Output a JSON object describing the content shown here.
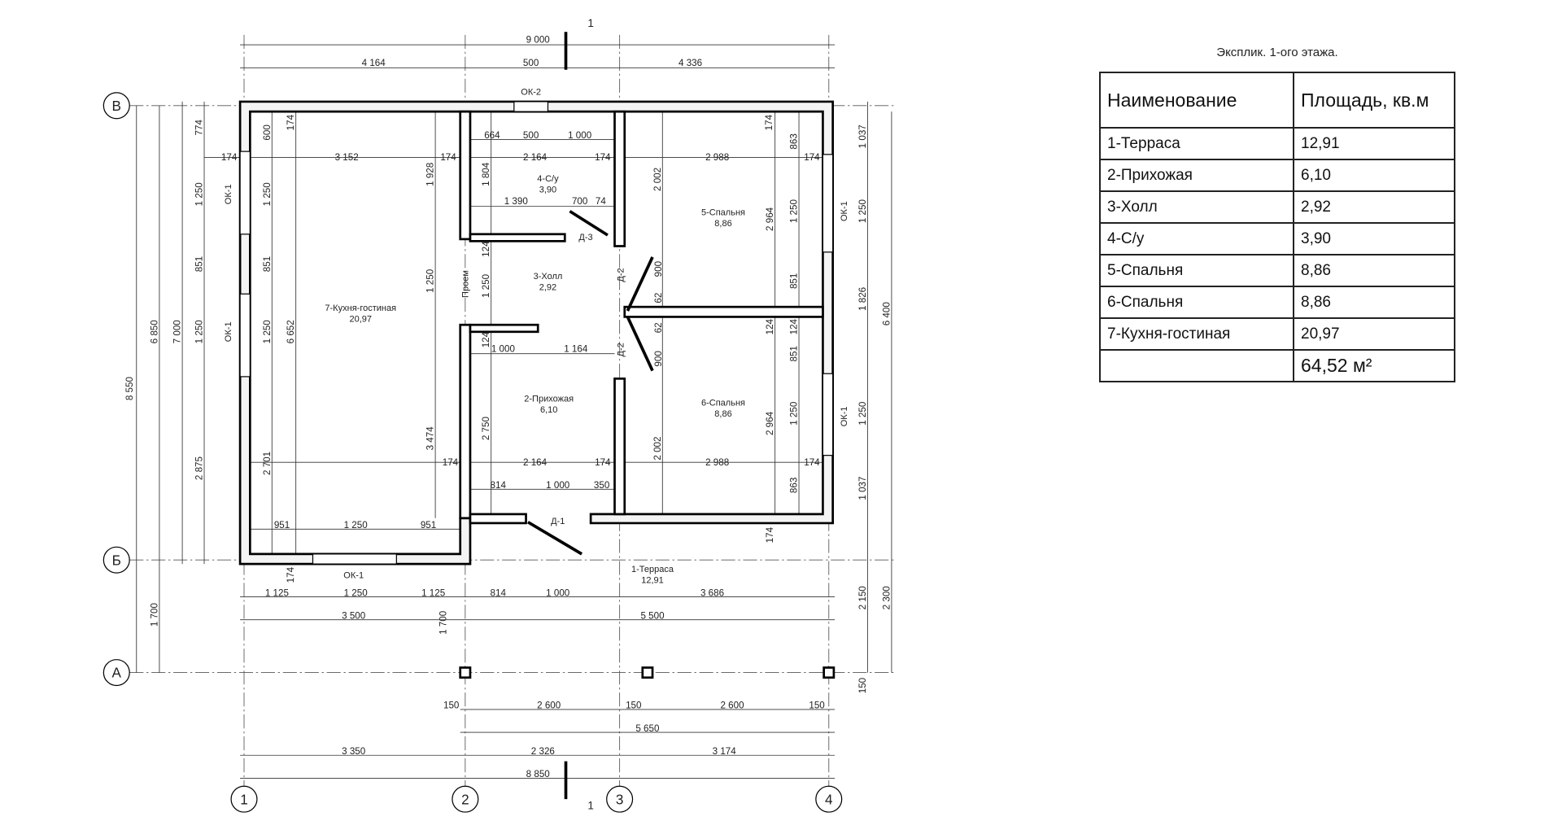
{
  "explication": {
    "title": "Эксплик. 1-ого этажа.",
    "headers": [
      "Наименование",
      "Площадь, кв.м"
    ],
    "rows": [
      {
        "name": "1-Терраса",
        "area": "12,91"
      },
      {
        "name": "2-Прихожая",
        "area": "6,10"
      },
      {
        "name": "3-Холл",
        "area": "2,92"
      },
      {
        "name": "4-С/у",
        "area": "3,90"
      },
      {
        "name": "5-Спальня",
        "area": "8,86"
      },
      {
        "name": "6-Спальня",
        "area": "8,86"
      },
      {
        "name": "7-Кухня-гостиная",
        "area": "20,97"
      }
    ],
    "total": "64,52 м²"
  },
  "axes": {
    "rows": [
      "В",
      "Б",
      "А"
    ],
    "cols": [
      "1",
      "2",
      "3",
      "4"
    ]
  },
  "section_mark": "1",
  "rooms": [
    {
      "name": "4-С/у",
      "area": "3,90"
    },
    {
      "name": "5-Спальня",
      "area": "8,86"
    },
    {
      "name": "3-Холл",
      "area": "2,92"
    },
    {
      "name": "7-Кухня-гостиная",
      "area": "20,97"
    },
    {
      "name": "2-Прихожая",
      "area": "6,10"
    },
    {
      "name": "6-Спальня",
      "area": "8,86"
    },
    {
      "name": "1-Терраса",
      "area": "12,91"
    }
  ],
  "labels": [
    "ОК-2",
    "ОК-1",
    "ОК-1",
    "ОК-1",
    "ОК-1",
    "ОК-1",
    "Д-3",
    "Д-2",
    "Д-2",
    "Д-1",
    "Проем"
  ],
  "dims_h": [
    "9 000",
    "4 164",
    "500",
    "4 336",
    "664",
    "500",
    "1 000",
    "174",
    "3 152",
    "174",
    "2 164",
    "174",
    "2 988",
    "174",
    "1 390",
    "700",
    "74",
    "1 000",
    "1 164",
    "174",
    "2 164",
    "174",
    "2 988",
    "174",
    "814",
    "1 000",
    "350",
    "951",
    "1 250",
    "951",
    "1 125",
    "1 250",
    "1 125",
    "814",
    "1 000",
    "3 686",
    "3 500",
    "5 500",
    "150",
    "2 600",
    "150",
    "2 600",
    "150",
    "5 650",
    "3 350",
    "2 326",
    "3 174",
    "8 850"
  ],
  "dims_v": [
    "774",
    "1 250",
    "851",
    "1 250",
    "2 875",
    "6 850",
    "7 000",
    "8 550",
    "1 700",
    "600",
    "174",
    "1 250",
    "851",
    "1 250",
    "2 701",
    "6 652",
    "1 928",
    "1 804",
    "2 002",
    "863",
    "174",
    "2 964",
    "1 250",
    "124",
    "1 250",
    "1 250",
    "900",
    "62",
    "62",
    "900",
    "851",
    "1 826",
    "6 400",
    "1 037",
    "1 250",
    "124",
    "124",
    "124",
    "851",
    "2 750",
    "3 474",
    "2 002",
    "2 964",
    "1 250",
    "1 250",
    "863",
    "1 037",
    "174",
    "174",
    "1 700",
    "2 150",
    "2 300",
    "150"
  ]
}
